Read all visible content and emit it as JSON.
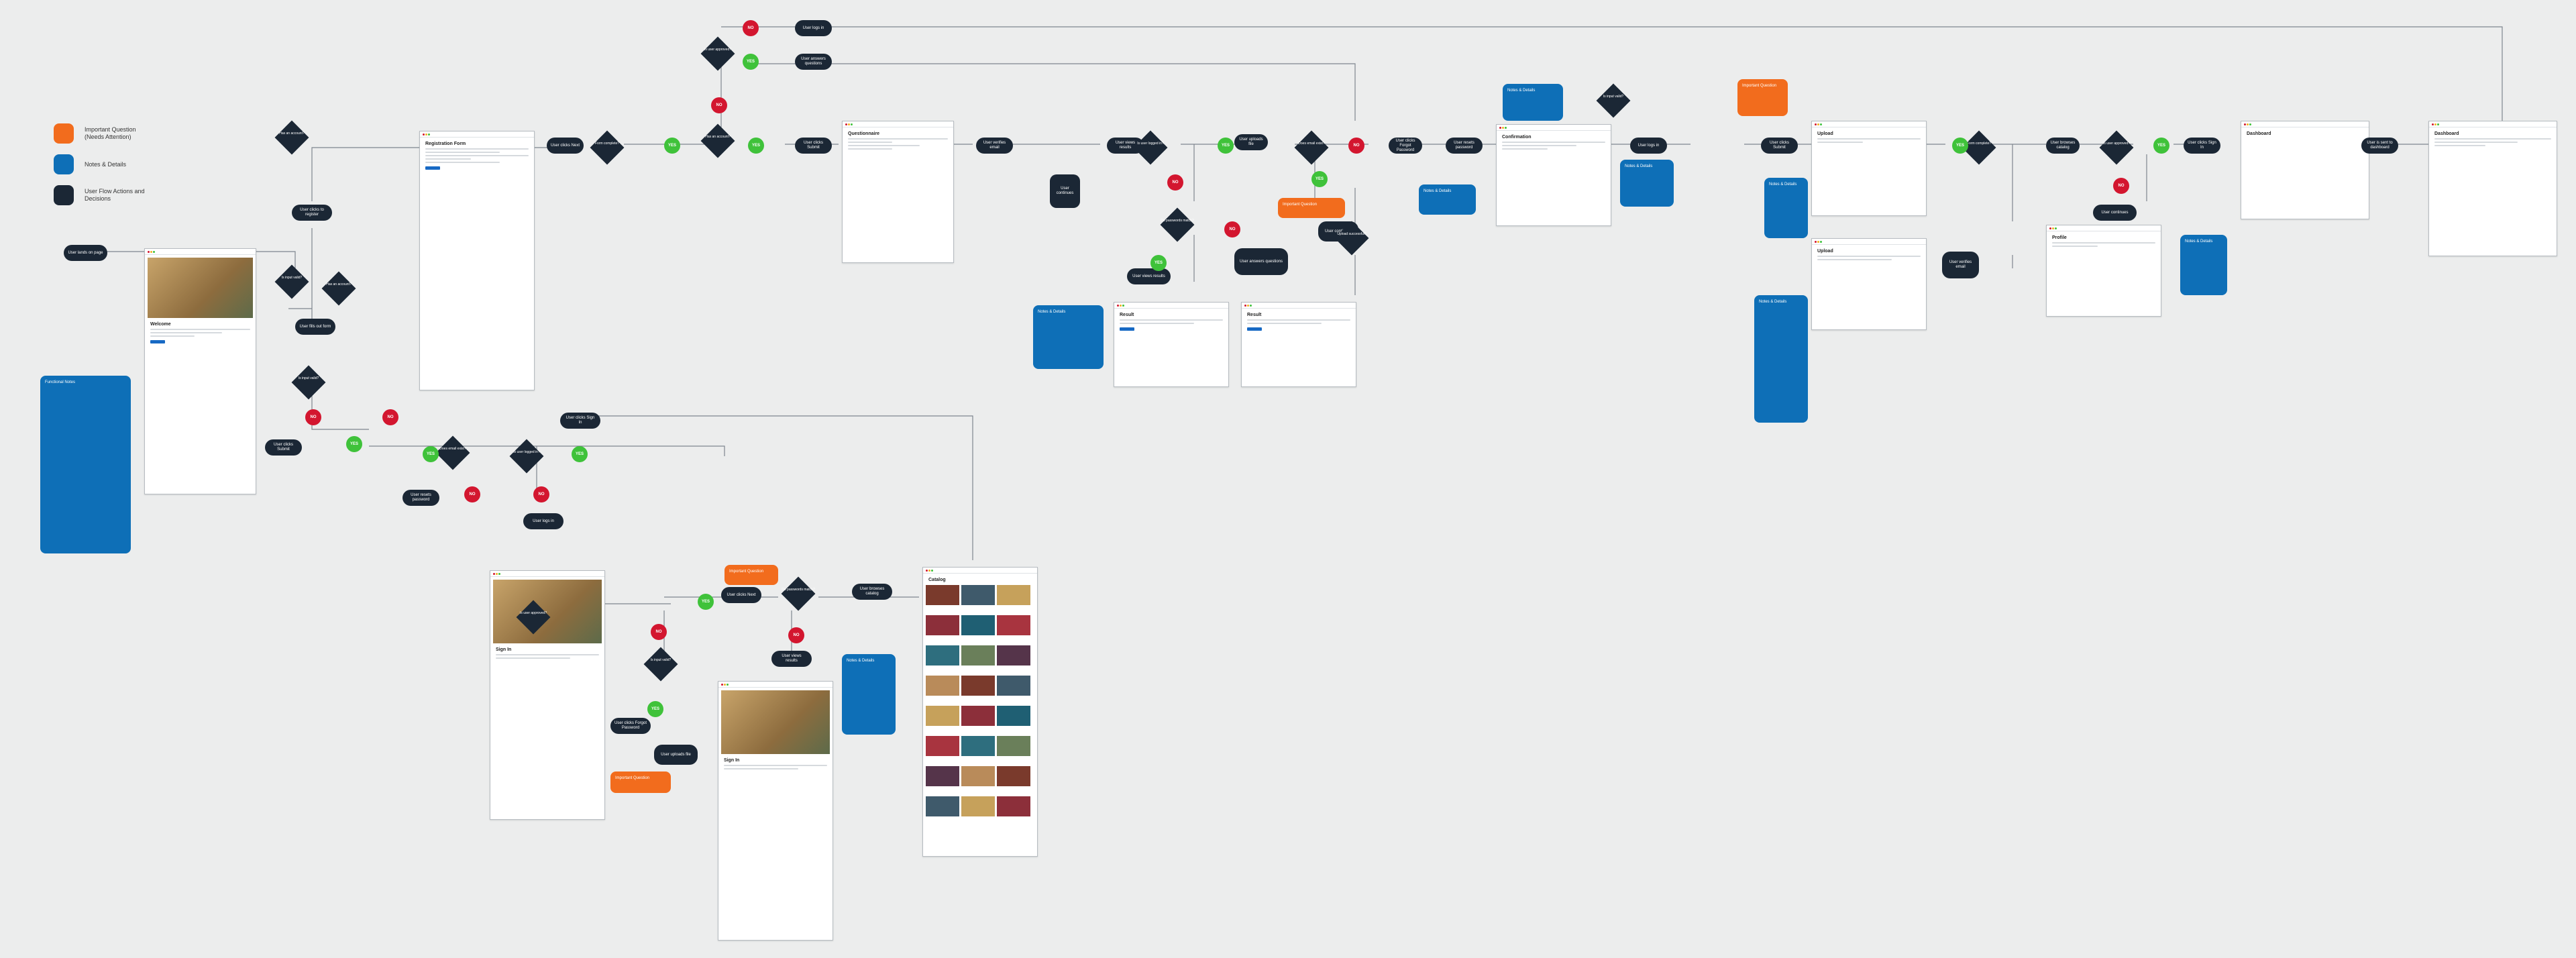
{
  "legend": [
    {
      "label": "Important Question (Needs Attention)",
      "color": "#f26c1d"
    },
    {
      "label": "Notes & Details",
      "color": "#0e6fb7"
    },
    {
      "label": "User Flow Actions and Decisions",
      "color": "#1b2735"
    }
  ],
  "colors": {
    "action": "#1b2735",
    "yes": "#3fc23a",
    "no": "#d3162f",
    "note": "#0e6fb7",
    "important": "#f26c1d",
    "screen": "#ffffff"
  },
  "labels": {
    "yes": "YES",
    "no": "NO"
  },
  "terminals": {
    "start": "User lands on page",
    "register": "User clicks to register",
    "fill_form": "User fills out form",
    "click_next": "User clicks Next",
    "answer": "User answers questions",
    "submit": "User clicks Submit",
    "verify": "User verifies email",
    "login": "User logs in",
    "upload": "User uploads file",
    "done": "User is sent to dashboard",
    "forgot": "User clicks Forgot Password",
    "reset": "User resets password",
    "browse": "User browses catalog",
    "signin": "User clicks Sign In",
    "view": "User views results",
    "continue": "User continues"
  },
  "decisions": {
    "valid": "Is input valid?",
    "account": "Has an account?",
    "complete": "Form complete?",
    "approved": "Is user approved?",
    "logged": "Is user logged in?",
    "exists": "Does email exist?",
    "match": "Do passwords match?",
    "upload_ok": "Upload successful?"
  },
  "screens": {
    "home": "Welcome",
    "form": "Registration Form",
    "survey": "Questionnaire",
    "result": "Result",
    "confirm": "Confirmation",
    "dashboard": "Dashboard",
    "upload": "Upload",
    "profile": "Profile",
    "catalog": "Catalog",
    "signin": "Sign In"
  },
  "notes": {
    "n1": "Functional Notes",
    "n2": "Notes & Details",
    "n3": "Important Question",
    "n4": "Notes & Details"
  }
}
